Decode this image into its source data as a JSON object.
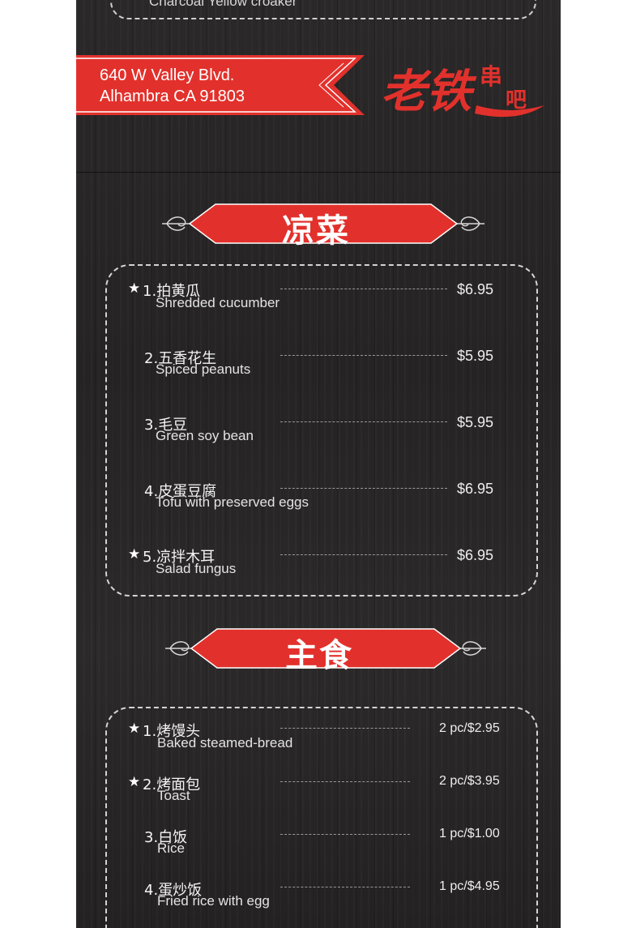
{
  "top_fragment": {
    "text": "Charcoal Yellow croaker"
  },
  "header": {
    "address_line1": "640 W Valley Blvd.",
    "address_line2": "Alhambra CA 91803",
    "logo_text": "老铁串吧",
    "brand_red": "#e2312c"
  },
  "sections": [
    {
      "title": "凉菜",
      "items": [
        {
          "num": "1.",
          "cn": "拍黄瓜",
          "en": "Shredded cucumber",
          "price": "$6.95",
          "starred": true
        },
        {
          "num": "2.",
          "cn": "五香花生",
          "en": "Spiced peanuts",
          "price": "$5.95",
          "starred": false
        },
        {
          "num": "3.",
          "cn": "毛豆",
          "en": "Green soy bean",
          "price": "$5.95",
          "starred": false
        },
        {
          "num": "4.",
          "cn": "皮蛋豆腐",
          "en": "Tofu with preserved eggs",
          "price": "$6.95",
          "starred": false
        },
        {
          "num": "5.",
          "cn": "凉拌木耳",
          "en": "Salad fungus",
          "price": "$6.95",
          "starred": true
        }
      ]
    },
    {
      "title": "主食",
      "items": [
        {
          "num": "1.",
          "cn": "烤馒头",
          "en": "Baked steamed-bread",
          "price": "2 pc/$2.95",
          "starred": true
        },
        {
          "num": "2.",
          "cn": "烤面包",
          "en": "Toast",
          "price": "2 pc/$3.95",
          "starred": true
        },
        {
          "num": "3.",
          "cn": "白饭",
          "en": "Rice",
          "price": "1 pc/$1.00",
          "starred": false
        },
        {
          "num": "4.",
          "cn": "蛋炒饭",
          "en": "Fried rice with egg",
          "price": "1 pc/$4.95",
          "starred": false
        }
      ]
    }
  ],
  "colors": {
    "board": "#262424",
    "red": "#e2312c",
    "text": "#ececec"
  }
}
